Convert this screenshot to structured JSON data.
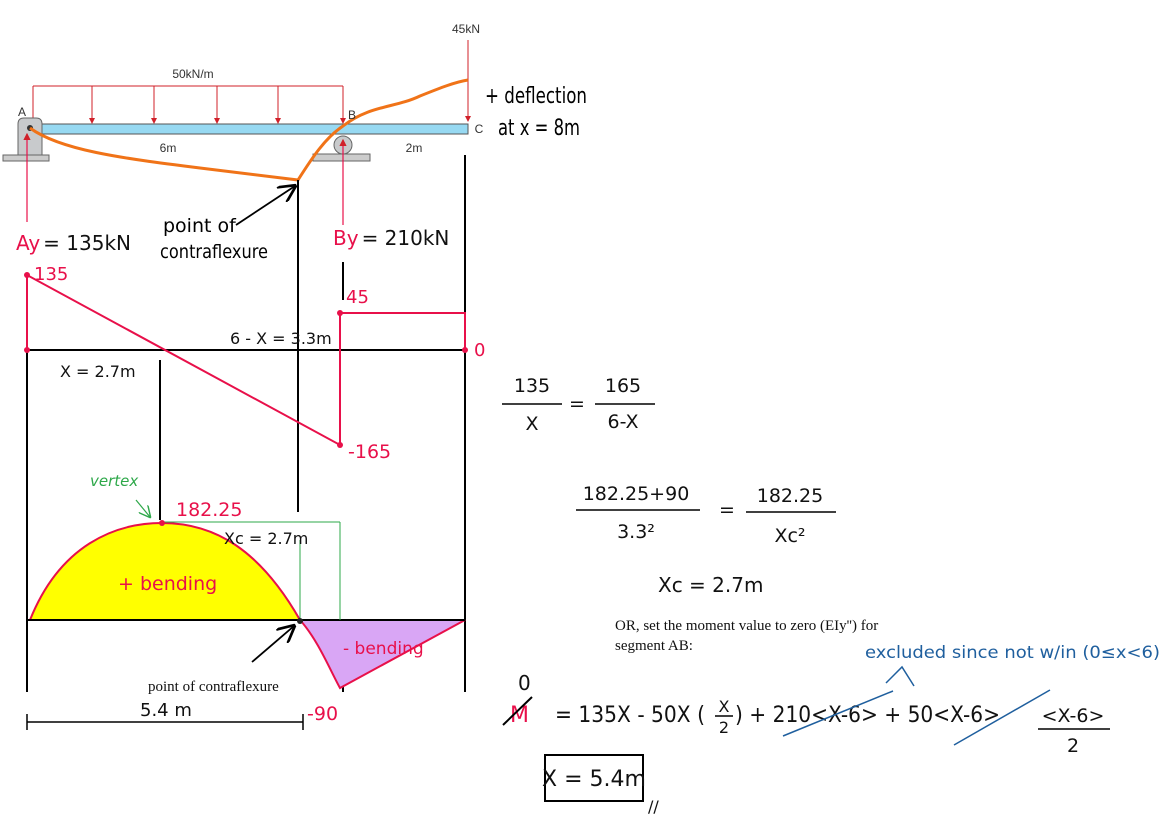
{
  "beam": {
    "load_udl": "50kN/m",
    "load_point": "45kN",
    "label_a": "A",
    "label_b": "B",
    "label_c": "C",
    "span_ab": "6m",
    "span_bc": "2m",
    "deflection_note_1": "+ deflection",
    "deflection_note_2": "at x = 8m",
    "contraflexure_label_1": "point of",
    "contraflexure_label_2": "contraflexure",
    "reaction_a_sym": "Ay",
    "reaction_a_val": "= 135kN",
    "reaction_b_sym": "By",
    "reaction_b_val": "= 210kN"
  },
  "shear_diagram": {
    "v_a": "135",
    "v_b_right": "45",
    "v_c": "0",
    "v_b_left": "-165",
    "x_label": "X = 2.7m",
    "six_minus_x_label": "6 - X = 3.3m"
  },
  "moment_diagram": {
    "vertex_label": "vertex",
    "max_value": "182.25",
    "xc_label": "Xc = 2.7m",
    "positive_label": "+ bending",
    "negative_label": "- bending",
    "min_value": "-90",
    "contraflexure_label": "point of contraflexure",
    "dim_label": "5.4 m"
  },
  "equations": {
    "eq1_num_left": "135",
    "eq1_den_left": "X",
    "eq1_num_right": "165",
    "eq1_den_right": "6-X",
    "equals": "=",
    "eq2_num_left": "182.25+90",
    "eq2_den_left": "3.3²",
    "eq2_num_right": "182.25",
    "eq2_den_right": "Xc²",
    "xc_result": "Xc = 2.7m",
    "or_text_1": "OR, set the moment value to zero (EIy'') for",
    "or_text_2": "segment AB:",
    "excluded_note": "excluded since not w/in (0≤x<6)",
    "m_crossed": "M",
    "m_zero": "0",
    "moment_eq_a": "= 135X - 50X (",
    "moment_eq_frac_num": "X",
    "moment_eq_frac_den": "2",
    "moment_eq_b": ") + 210<X-6> + 50<X-6>",
    "moment_eq_c_num": "<X-6>",
    "moment_eq_c_den": "2",
    "final_answer": "X = 5.4m",
    "final_mark": "//"
  },
  "colors": {
    "red": "#e8104a",
    "orange": "#f07318",
    "beam": "#97d9f2",
    "yellow": "#ffff00",
    "purple": "#d9a6f5",
    "green": "#2ea84a",
    "blue": "#1f5f9e"
  }
}
